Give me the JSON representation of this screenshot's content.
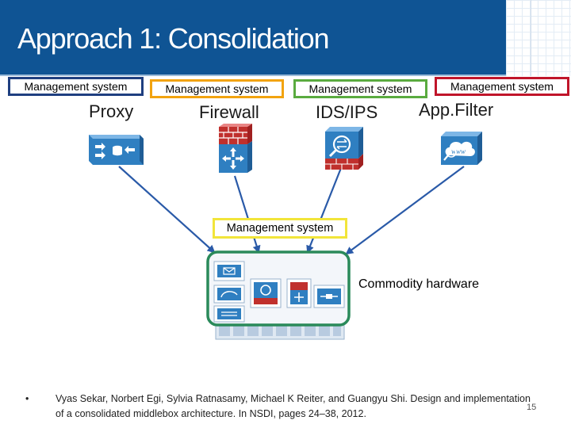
{
  "title": "Approach 1: Consolidation",
  "management_system_label": "Management system",
  "middleboxes": [
    {
      "name": "Proxy",
      "icon": "proxy-icon"
    },
    {
      "name": "Firewall",
      "icon": "firewall-icon"
    },
    {
      "name": "IDS/IPS",
      "icon": "ids-ips-icon"
    },
    {
      "name": "App.Filter",
      "icon": "app-filter-icon"
    }
  ],
  "box_colors": {
    "proxy": "#1f3f80",
    "firewall": "#f2a30f",
    "ids_ips": "#5aab3f",
    "app_filter": "#c0152a",
    "consolidated": "#f2e53a",
    "hardware_outline": "#2a8a5a",
    "arrows": "#2a5aa8"
  },
  "central_management_label": "Management system",
  "commodity_hardware_label": "Commodity hardware",
  "footnote": {
    "bullet": "•",
    "text": "Vyas Sekar, Norbert Egi, Sylvia Ratnasamy, Michael K Reiter, and Guangyu Shi. Design and implementation of a consolidated middlebox architecture. In NSDI, pages 24–38, 2012."
  },
  "page_number": "15"
}
